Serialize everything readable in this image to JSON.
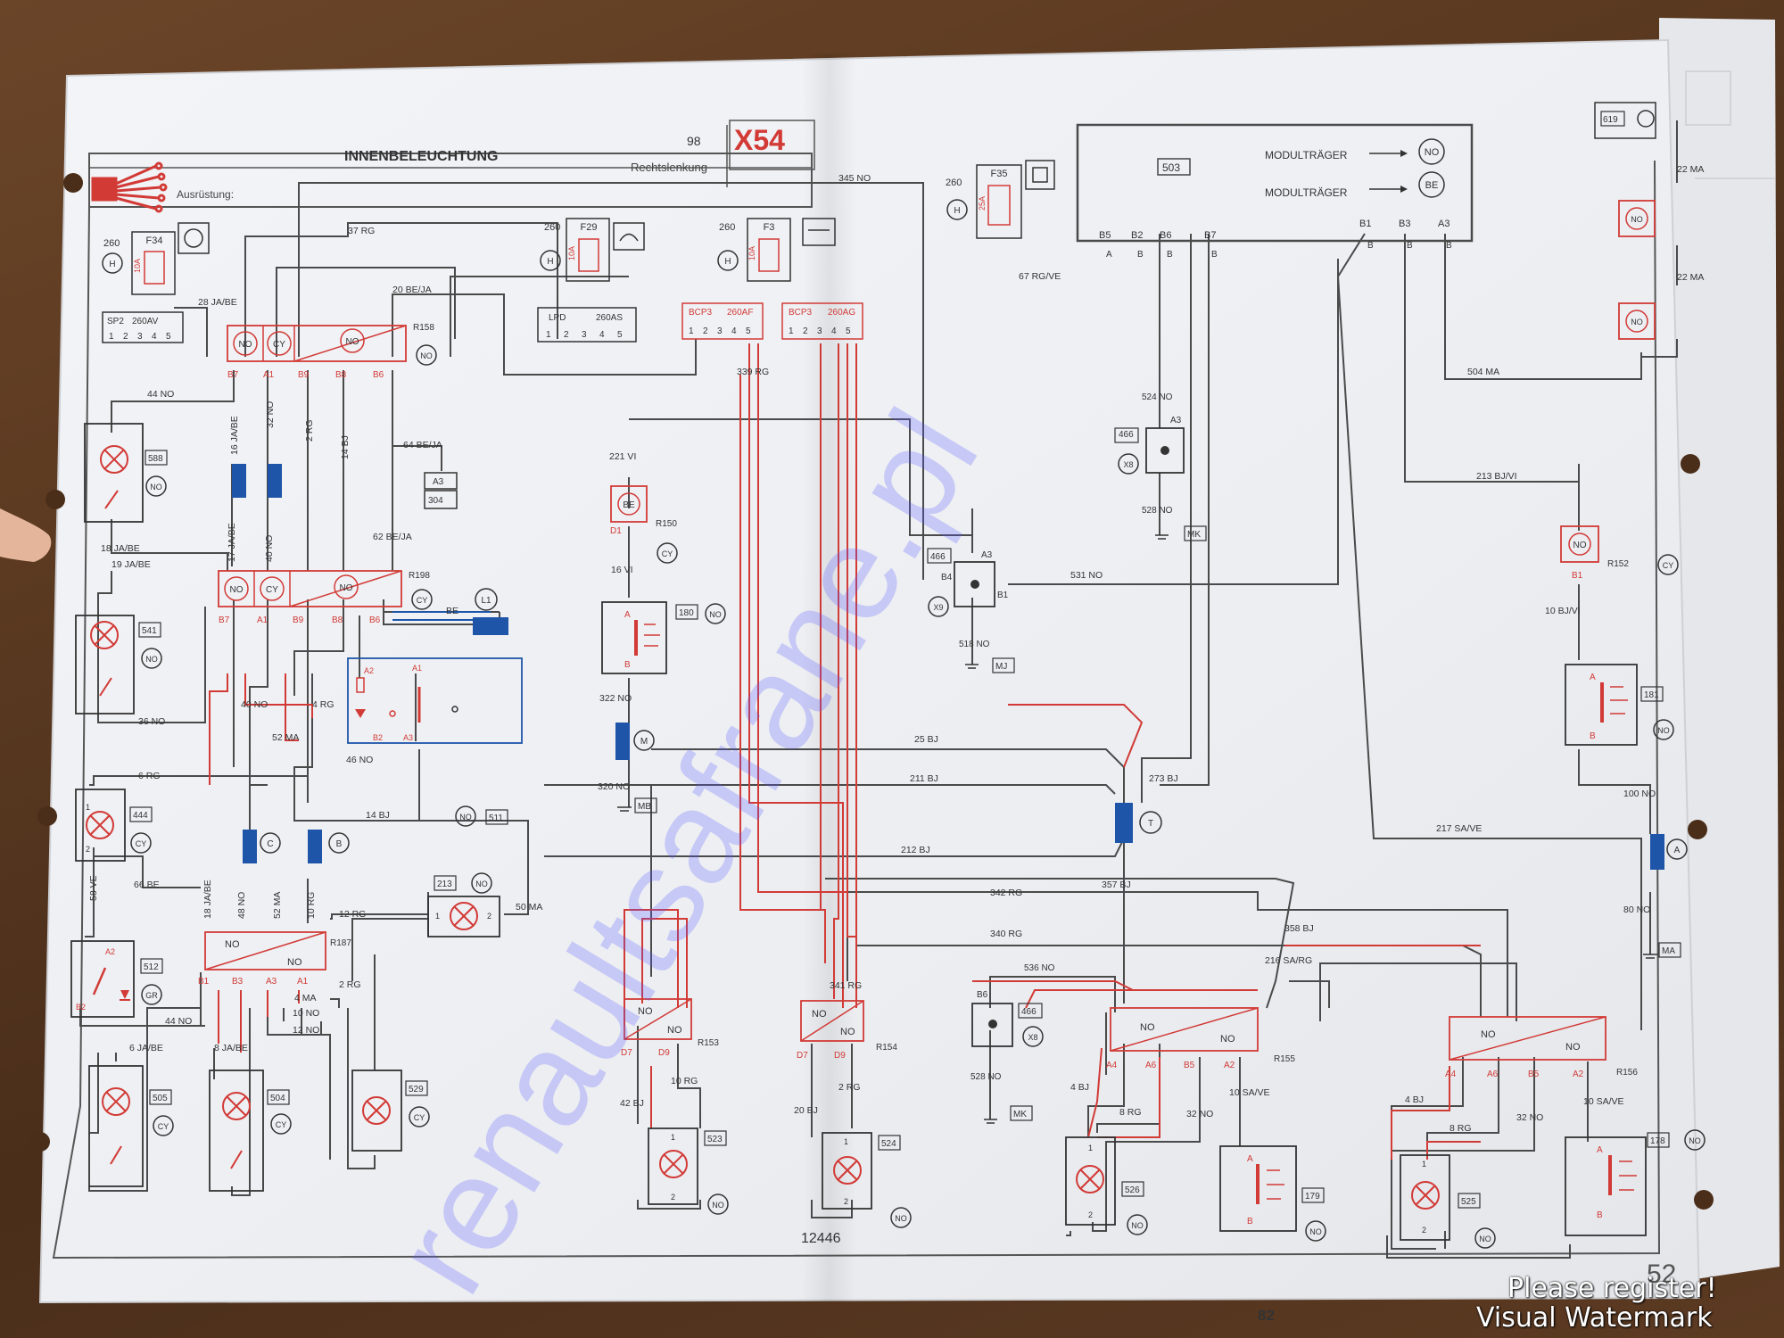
{
  "header": {
    "title": "INNENBELEUCHTUNG",
    "edition": "98",
    "sheet_code": "X54",
    "steering": "Rechtslenkung",
    "equipment_label": "Ausrüstung:"
  },
  "watermark": {
    "text": "renaultsafrane.pl",
    "color": "#5a5aff"
  },
  "page_number": "82",
  "corner_number": "52",
  "doc_number": "12446",
  "overlay": {
    "line1": "Please register!",
    "line2": "Visual Watermark"
  },
  "module": {
    "id": "503",
    "lines": [
      "MODULTRÄGER",
      "MODULTRÄGER"
    ],
    "tags": [
      "NO",
      "BE"
    ],
    "pins": [
      "B5",
      "B2",
      "B6",
      "B7",
      "B1",
      "B3",
      "A3"
    ],
    "sub": [
      "A",
      "B",
      "B",
      "B",
      "B",
      "B",
      "B"
    ]
  },
  "fuses": [
    {
      "id": "F34",
      "rating": "10A",
      "code": "260"
    },
    {
      "id": "F29",
      "rating": "10A",
      "code": "260"
    },
    {
      "id": "F3",
      "rating": "10A",
      "code": "260"
    },
    {
      "id": "F35",
      "rating": "25A",
      "code": "260"
    }
  ],
  "boxes": [
    {
      "name": "SP2",
      "code": "260AV"
    },
    {
      "name": "LPD",
      "code": "260AS"
    },
    {
      "name": "BCP3",
      "code": "260AF"
    },
    {
      "name": "BCP3",
      "code": "260AG"
    }
  ],
  "pin_digits": [
    "1",
    "2",
    "3",
    "4",
    "5"
  ],
  "relays": {
    "R158": {
      "id": "R158",
      "cells": [
        "NO",
        "CY",
        "NO"
      ],
      "pins": [
        "B7",
        "A1",
        "B9",
        "B8",
        "B6"
      ],
      "tag": "NO"
    },
    "R198": {
      "id": "R198",
      "cells": [
        "NO",
        "CY",
        "NO"
      ],
      "pins": [
        "B7",
        "A1",
        "B9",
        "B8",
        "B6"
      ],
      "tag": "CY"
    },
    "R187": {
      "id": "R187",
      "cells": [
        "NO",
        "NO"
      ],
      "pins": [
        "B1",
        "B3",
        "A3",
        "A1"
      ]
    },
    "R153": {
      "id": "R153",
      "cells": [
        "NO",
        "NO"
      ],
      "pins": [
        "D7",
        "D9"
      ]
    },
    "R154": {
      "id": "R154",
      "cells": [
        "NO",
        "NO"
      ],
      "pins": [
        "D7",
        "D9"
      ]
    },
    "R155": {
      "id": "R155",
      "cells": [
        "NO",
        "NO"
      ],
      "pins": [
        "A4",
        "A6",
        "B5",
        "A2"
      ]
    },
    "R156": {
      "id": "R156",
      "cells": [
        "NO",
        "NO"
      ],
      "pins": [
        "A4",
        "A6",
        "B5",
        "A2"
      ]
    },
    "R150": {
      "id": "R150",
      "cell": "BE",
      "pin": "D1",
      "tag": "CY"
    },
    "R152": {
      "id": "R152",
      "cell": "NO",
      "pin": "B1",
      "tag": "CY"
    }
  },
  "lamps": [
    {
      "id": "588",
      "tag": "NO"
    },
    {
      "id": "541",
      "tag": "NO"
    },
    {
      "id": "444",
      "tag": "CY"
    },
    {
      "id": "505",
      "tag": "CY"
    },
    {
      "id": "504",
      "tag": "CY"
    },
    {
      "id": "529",
      "tag": "CY"
    },
    {
      "id": "213",
      "tag": "NO"
    },
    {
      "id": "523",
      "tag": "NO"
    },
    {
      "id": "524",
      "tag": "NO"
    },
    {
      "id": "526",
      "tag": "NO"
    },
    {
      "id": "525",
      "tag": "NO"
    }
  ],
  "switches": [
    {
      "id": "180",
      "tag": "NO"
    },
    {
      "id": "181",
      "tag": "NO"
    },
    {
      "id": "179",
      "tag": "NO"
    },
    {
      "id": "178",
      "tag": "NO"
    },
    {
      "id": "512",
      "tag": "GR"
    },
    {
      "id": "511",
      "tag": "NO"
    }
  ],
  "grounds": [
    {
      "id": "466",
      "x": "X8",
      "pin": "A3",
      "wire_in": "524 NO",
      "wire_out": "528 NO",
      "mass": "MK"
    },
    {
      "id": "466",
      "x": "X9",
      "pin": "A3",
      "pin2": "B4",
      "pin3": "B1",
      "wire_out": "518 NO",
      "mass": "MJ"
    },
    {
      "id": "466",
      "x": "X8",
      "pin": "B6",
      "wire_in": "536 NO",
      "wire_out": "528 NO",
      "mass": "MK"
    }
  ],
  "splices": [
    "T",
    "M",
    "L1",
    "C",
    "B",
    "A"
  ],
  "connectors": {
    "c304": "304",
    "c304_pin": "A3",
    "c619": "619"
  },
  "masses": {
    "mb": "MB",
    "ma": "MA",
    "mk": "MK",
    "mj": "MJ"
  },
  "wires": {
    "w345": "345 NO",
    "w37": "37 RG",
    "w28": "28 JA/BE",
    "w20": "20 BE/JA",
    "w67": "67 RG/VE",
    "w339": "339 RG",
    "w44a": "44 NO",
    "w16": "16 JA/BE",
    "w32": "32 NO",
    "w2rg": "2 RG",
    "w14a": "14 BJ",
    "w64": "64 BE/JA",
    "w18": "18 JA/BE",
    "w19": "19 JA/BE",
    "w17": "17 JA/BE",
    "w40a": "40 NO",
    "w62": "62 BE/JA",
    "w36": "36 NO",
    "w40b": "40 NO",
    "w4rg": "4 RG",
    "w52": "52 MA",
    "w46": "46 NO",
    "w14b": "14 BJ",
    "w6rg": "6 RG",
    "w58": "58 VE",
    "w66": "66 BE",
    "w44b": "44 NO",
    "w18b": "18 JA/BE",
    "w48": "48 NO",
    "w52b": "52 MA",
    "w10rg": "10 RG",
    "w12rg": "12 RG",
    "w50": "50 MA",
    "w2rgb": "2 RG",
    "w4ma": "4 MA",
    "w10no": "10 NO",
    "w12no": "12 NO",
    "w6ja": "6 JA/BE",
    "w8ja": "8 JA/BE",
    "w221": "221 VI",
    "w16vi": "16 VI",
    "w322": "322 NO",
    "w320": "320 NO",
    "w531": "531 NO",
    "w25": "25 BJ",
    "w211": "211 BJ",
    "w273": "273 BJ",
    "w212": "212 BJ",
    "w357": "357 BJ",
    "w342": "342 RG",
    "w358": "358 BJ",
    "w340": "340 RG",
    "w216": "216 SA/RG",
    "w341": "341 RG",
    "w217": "217 SA/VE",
    "w10rgb": "10 RG",
    "w42": "42 BJ",
    "w20bj": "20 BJ",
    "w2rgc": "2 RG",
    "w4bj": "4 BJ",
    "w8rg": "8 RG",
    "w32no": "32 NO",
    "w10sa": "10 SA/VE",
    "w4bj2": "4 BJ",
    "w8rg2": "8 RG",
    "w32no2": "32 NO",
    "w10sa2": "10 SA/VE",
    "w22a": "22 MA",
    "w22b": "22 MA",
    "w504": "504 MA",
    "w213": "213 BJ/VI",
    "w10bj": "10 BJ/VI",
    "w100": "100 NO",
    "w80": "80 NO",
    "wbe": "BE"
  },
  "colors": {
    "red": "#d23a36",
    "blue": "#1e55a8",
    "ink": "#3a3a3a",
    "paper": "#f1f2f5"
  }
}
